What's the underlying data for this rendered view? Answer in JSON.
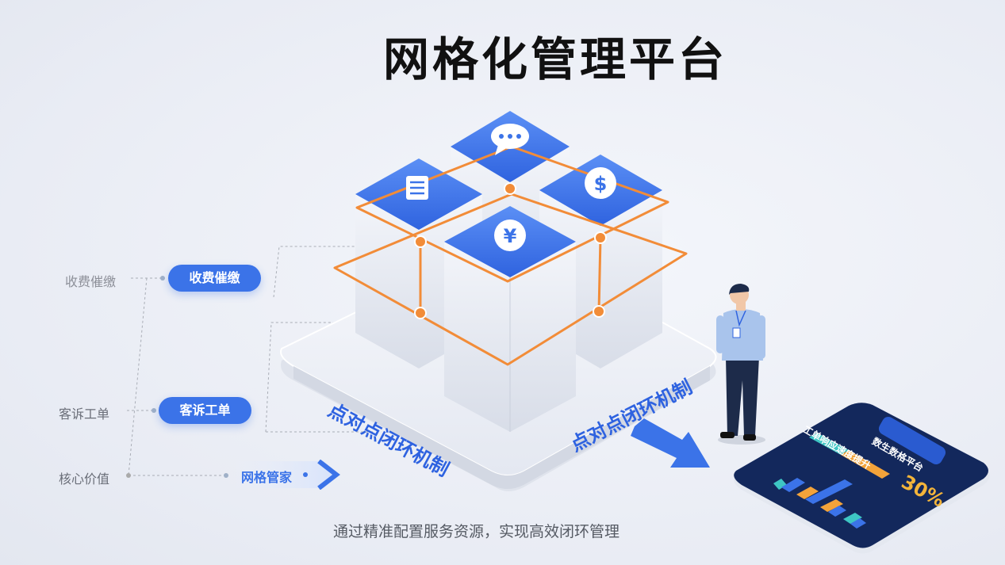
{
  "title": "网格化管理平台",
  "left_panel": {
    "rows": [
      {
        "label": "收费催缴",
        "pill": "收费催缴"
      },
      {
        "label": "客诉工单",
        "pill": "客诉工单"
      },
      {
        "label": "核心价值",
        "pill": "网格管家"
      }
    ]
  },
  "platform": {
    "text_left": "点对点闭环机制",
    "text_right": "点对点闭环机制"
  },
  "cube_icons": [
    "chat-bubble-icon",
    "document-icon",
    "currency-icon",
    "yuan-icon"
  ],
  "tablet": {
    "badge": "数生数格平台",
    "headline": "工单响应速度提升",
    "percent": "30%"
  },
  "caption": "通过精准配置服务资源，实现高效闭环管理",
  "colors": {
    "accent": "#3b73e8",
    "orange": "#f28c38",
    "tablet_bg": "#13285c",
    "gold": "#f3b43a"
  }
}
